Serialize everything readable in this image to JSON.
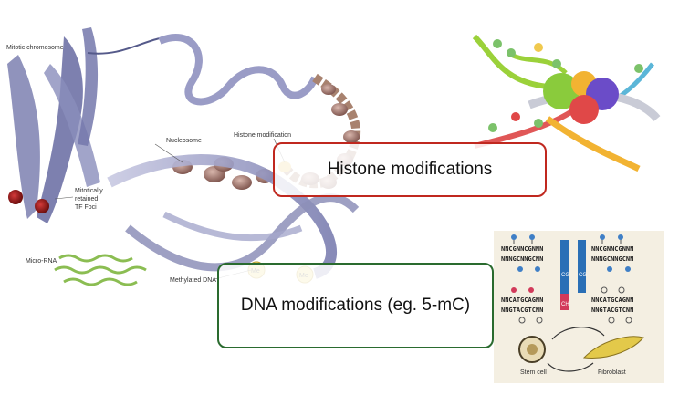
{
  "figure": {
    "labels": {
      "mitotic_chromosome": "Mitotic chromosome",
      "mitotically_retained_1": "Mitotically",
      "mitotically_retained_2": "retained",
      "mitotically_retained_3": "TF Foci",
      "micro_rna": "Micro-RNA",
      "nucleosome": "Nucleosome",
      "histone_modification": "Histone modification",
      "methylated_dna": "Methylated DNA",
      "me": "Me"
    },
    "callouts": {
      "histone": "Histone modifications",
      "dna": "DNA modifications (eg. 5-mC)"
    },
    "dna_panel": {
      "seq_top_left_1": "NNCGNNCGNNN",
      "seq_top_left_2": "NNNGCNNGCNN",
      "seq_top_right_1": "NNCGNNCGNNN",
      "seq_top_right_2": "NNNGCNNGCNN",
      "seq_bottom_left_1": "NNCATGCAGNN",
      "seq_bottom_left_2": "NNGTACGTCNN",
      "seq_bottom_right_1": "NNCATGCAGNN",
      "seq_bottom_right_2": "NNGTACGTCNN",
      "cg": "CG",
      "ch": "CH",
      "stem_cell": "Stem cell",
      "fibroblast": "Fibroblast"
    },
    "colors": {
      "histone_border": "#c0281f",
      "dna_border": "#2a6b2f",
      "chromosome": "#7d80b0",
      "fiber": "#b08e86",
      "helix": "#8d8fb9",
      "blue_bar": "#2a6fb6",
      "pink": "#d23a5a"
    }
  }
}
